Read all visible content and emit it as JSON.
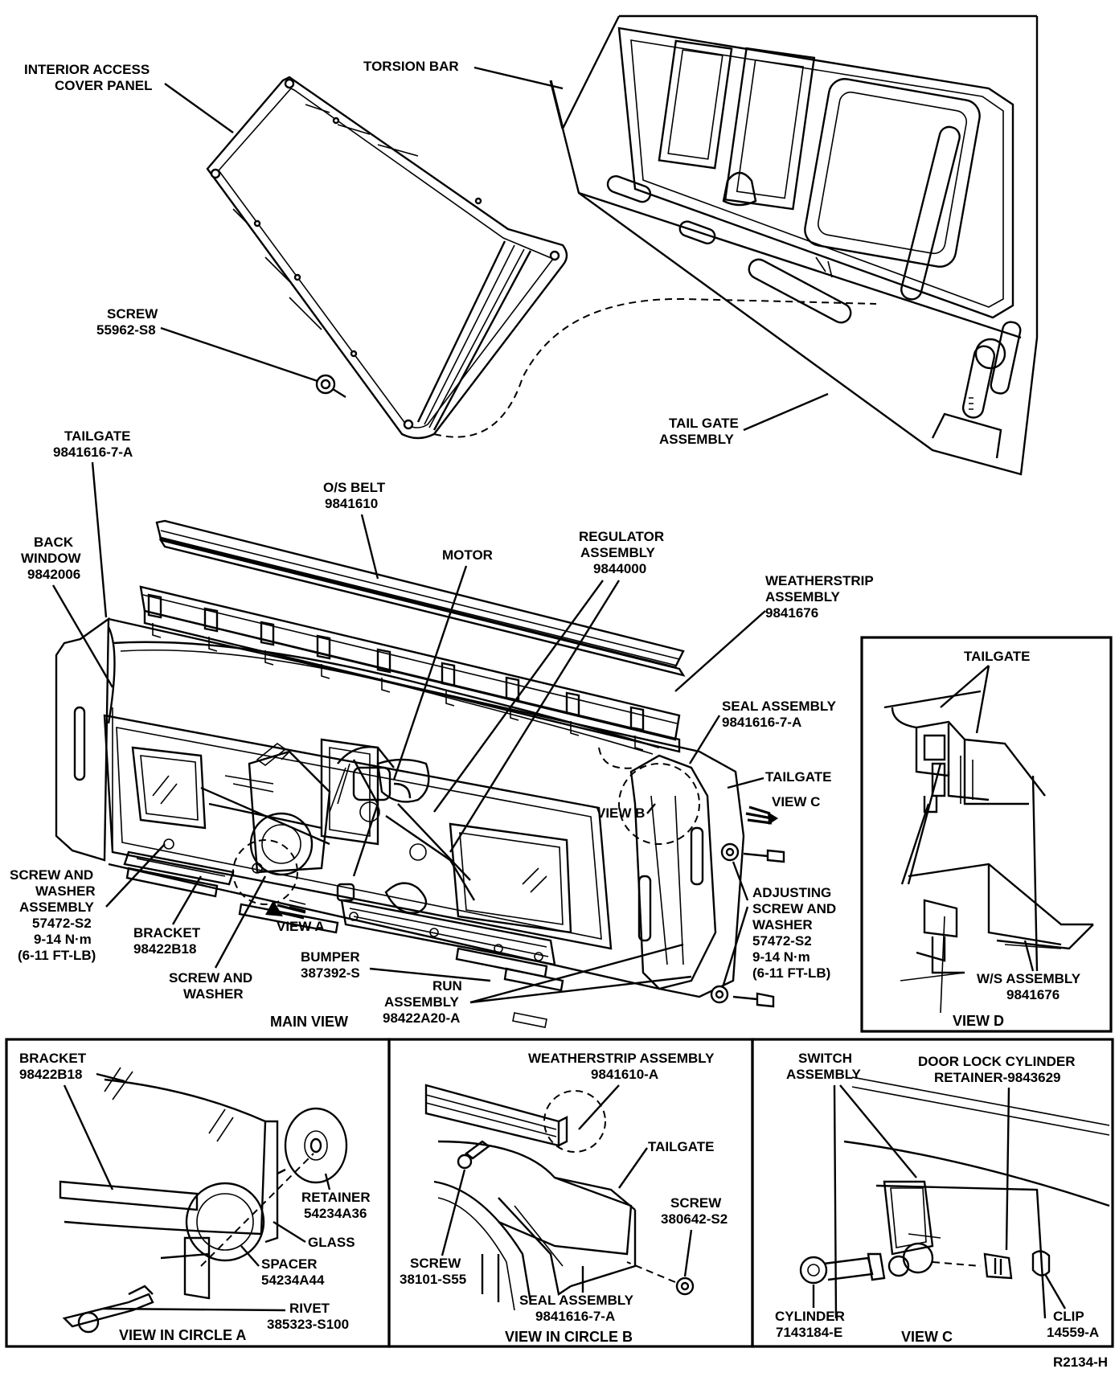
{
  "labels": {
    "interior_access_1": "INTERIOR ACCESS",
    "interior_access_2": "COVER PANEL",
    "torsion_bar": "TORSION BAR",
    "screw_top_1": "SCREW",
    "screw_top_2": "55962-S8",
    "tail_gate_assembly_1": "TAIL GATE",
    "tail_gate_assembly_2": "ASSEMBLY",
    "tailgate_main_1": "TAILGATE",
    "tailgate_main_2": "9841616-7-A",
    "os_belt_1": "O/S BELT",
    "os_belt_2": "9841610",
    "back_window_1": "BACK",
    "back_window_2": "WINDOW",
    "back_window_3": "9842006",
    "motor": "MOTOR",
    "regulator_1": "REGULATOR",
    "regulator_2": "ASSEMBLY",
    "regulator_3": "9844000",
    "weatherstrip_1": "WEATHERSTRIP",
    "weatherstrip_2": "ASSEMBLY",
    "weatherstrip_3": "9841676",
    "seal_1": "SEAL ASSEMBLY",
    "seal_2": "9841616-7-A",
    "tailgate_right": "TAILGATE",
    "view_b": "VIEW B",
    "view_c_arrow": "VIEW C",
    "screw_washer_1": "SCREW AND",
    "screw_washer_2": "WASHER",
    "screw_washer_3": "ASSEMBLY",
    "screw_washer_4": "57472-S2",
    "screw_washer_5": "9-14 N·m",
    "screw_washer_6": "(6-11 FT-LB)",
    "bracket_main_1": "BRACKET",
    "bracket_main_2": "98422B18",
    "view_a": "VIEW A",
    "screw_and_washer_1": "SCREW AND",
    "screw_and_washer_2": "WASHER",
    "bumper_1": "BUMPER",
    "bumper_2": "387392-S",
    "run_1": "RUN",
    "run_2": "ASSEMBLY",
    "run_3": "98422A20-A",
    "main_view": "MAIN VIEW",
    "adjusting_1": "ADJUSTING",
    "adjusting_2": "SCREW AND",
    "adjusting_3": "WASHER",
    "adjusting_4": "57472-S2",
    "adjusting_5": "9-14 N·m",
    "adjusting_6": "(6-11 FT-LB)",
    "viewd_tailgate": "TAILGATE",
    "viewd_ws_1": "W/S ASSEMBLY",
    "viewd_ws_2": "9841676",
    "view_d": "VIEW D",
    "ca_bracket_1": "BRACKET",
    "ca_bracket_2": "98422B18",
    "ca_retainer_1": "RETAINER",
    "ca_retainer_2": "54234A36",
    "ca_glass": "GLASS",
    "ca_spacer_1": "SPACER",
    "ca_spacer_2": "54234A44",
    "ca_rivet_1": "RIVET",
    "ca_rivet_2": "385323-S100",
    "view_in_circle_a": "VIEW IN CIRCLE A",
    "cb_weatherstrip_1": "WEATHERSTRIP ASSEMBLY",
    "cb_weatherstrip_2": "9841610-A",
    "cb_tailgate": "TAILGATE",
    "cb_screw_r_1": "SCREW",
    "cb_screw_r_2": "380642-S2",
    "cb_screw_l_1": "SCREW",
    "cb_screw_l_2": "38101-S55",
    "cb_seal_1": "SEAL ASSEMBLY",
    "cb_seal_2": "9841616-7-A",
    "view_in_circle_b": "VIEW IN CIRCLE B",
    "vc_switch_1": "SWITCH",
    "vc_switch_2": "ASSEMBLY",
    "vc_door_lock_1": "DOOR LOCK CYLINDER",
    "vc_door_lock_2": "RETAINER-9843629",
    "vc_cylinder_1": "CYLINDER",
    "vc_cylinder_2": "7143184-E",
    "vc_clip_1": "CLIP",
    "vc_clip_2": "14559-A",
    "view_c": "VIEW C",
    "figure_id": "R2134-H"
  }
}
